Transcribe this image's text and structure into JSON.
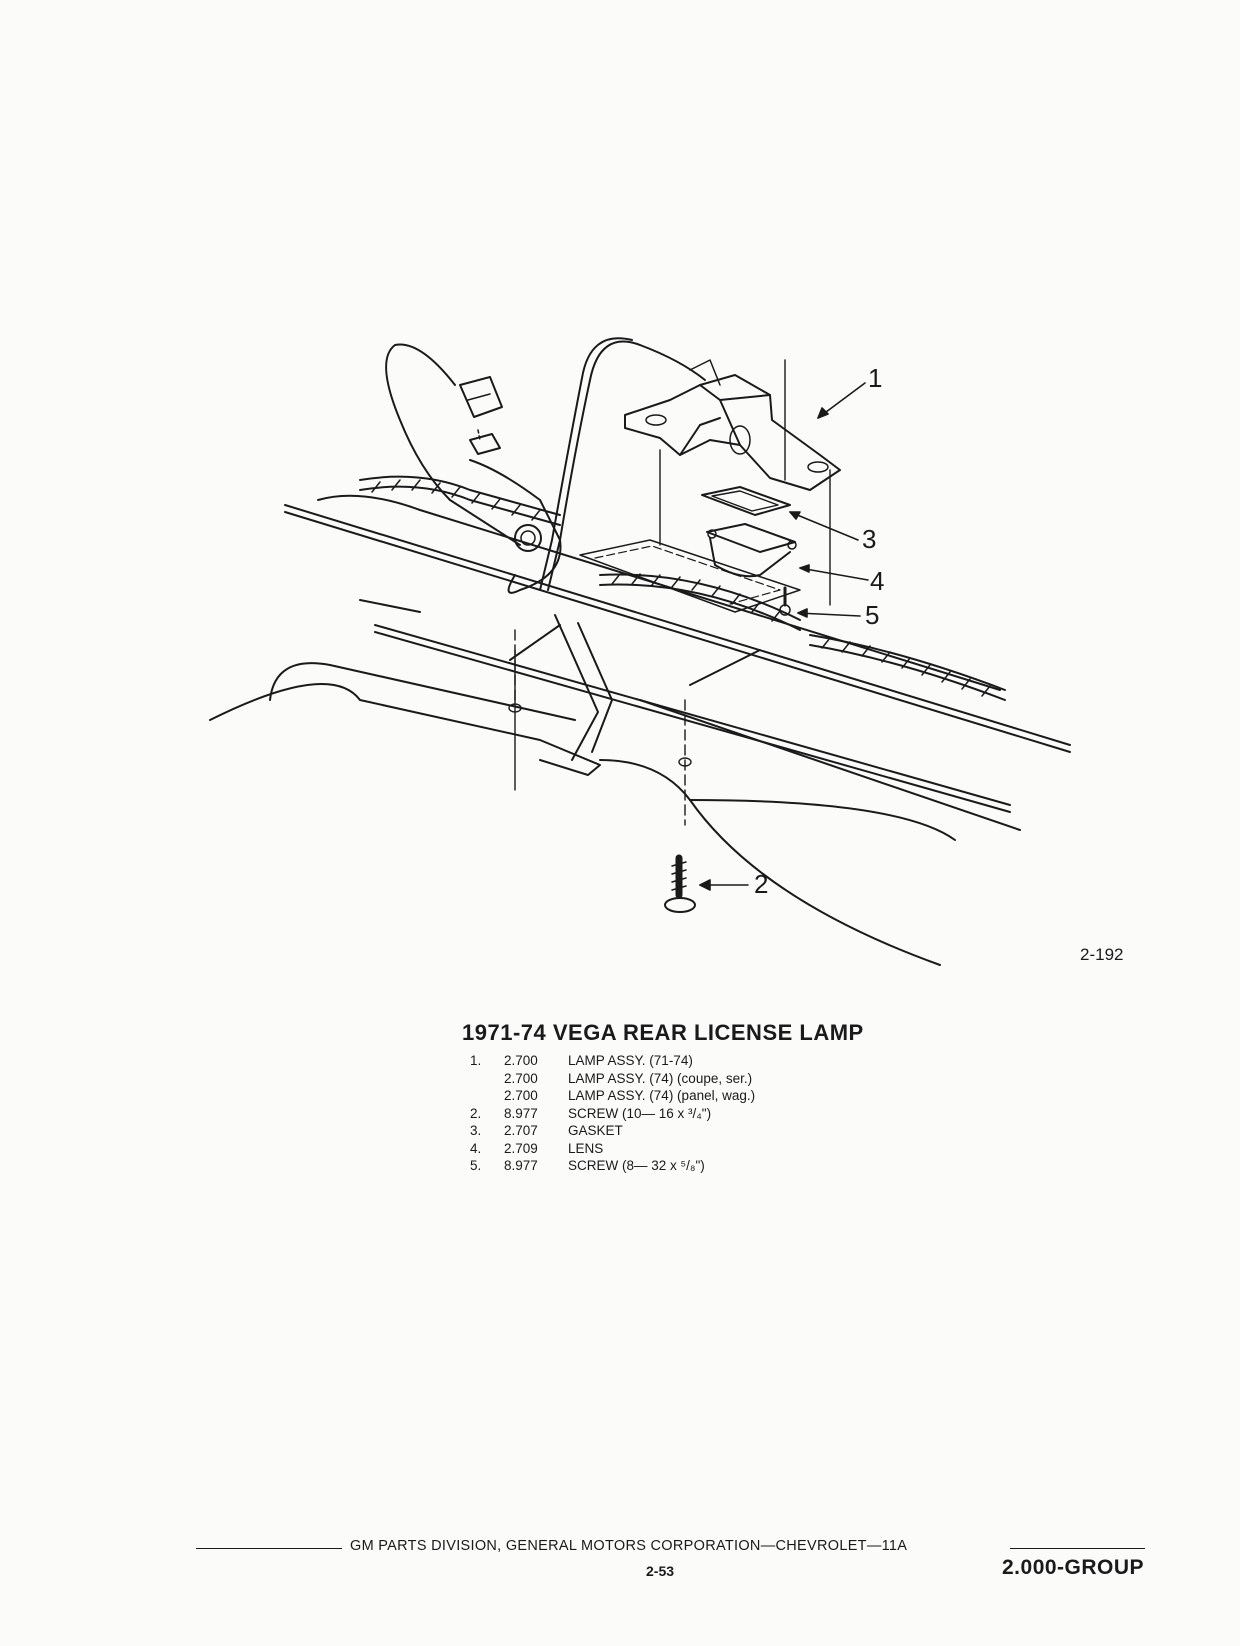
{
  "figure": {
    "callouts": [
      "1",
      "2",
      "3",
      "4",
      "5"
    ],
    "figure_number": "2-192"
  },
  "title": "1971-74 VEGA REAR LICENSE LAMP",
  "parts": [
    {
      "num": "1.",
      "group": "2.700",
      "desc": "LAMP ASSY. (71-74)"
    },
    {
      "num": "",
      "group": "2.700",
      "desc": "LAMP ASSY. (74) (coupe, ser.)"
    },
    {
      "num": "",
      "group": "2.700",
      "desc": "LAMP ASSY. (74) (panel, wag.)"
    },
    {
      "num": "2.",
      "group": "8.977",
      "desc": "SCREW (10— 16 x ³/₄\")"
    },
    {
      "num": "3.",
      "group": "2.707",
      "desc": "GASKET"
    },
    {
      "num": "4.",
      "group": "2.709",
      "desc": "LENS"
    },
    {
      "num": "5.",
      "group": "8.977",
      "desc": "SCREW (8— 32 x ⁵/₈\")"
    }
  ],
  "footer": {
    "text": "GM PARTS DIVISION, GENERAL MOTORS CORPORATION—CHEVROLET—11A",
    "page_number": "2-53",
    "group_label": "2.000-GROUP"
  }
}
